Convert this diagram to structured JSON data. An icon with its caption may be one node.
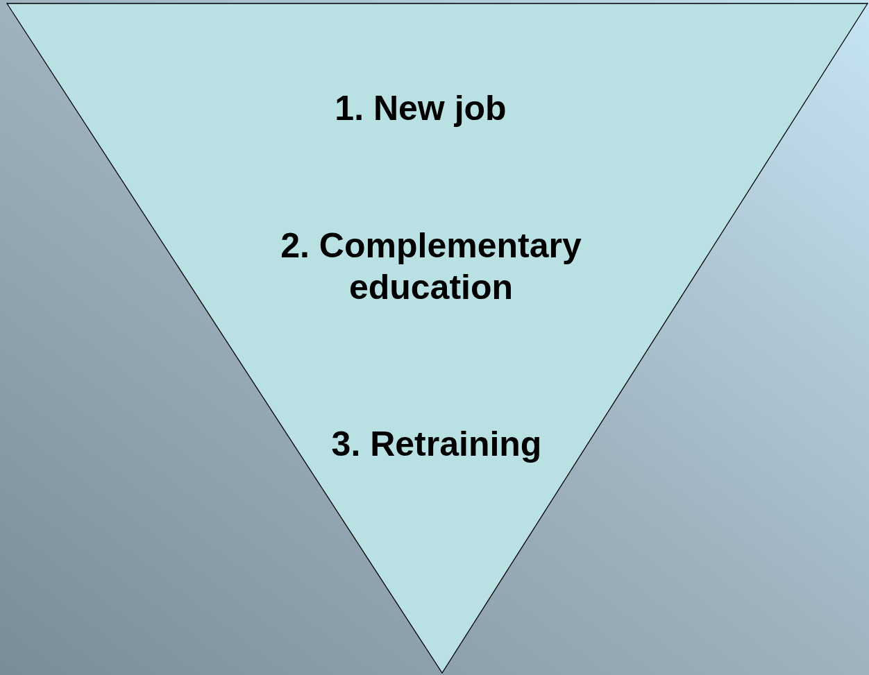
{
  "diagram": {
    "nodes": [
      {
        "text": [
          "1. New job",
          "2. Complementary education",
          "3. Retraining"
        ]
      }
    ]
  }
}
